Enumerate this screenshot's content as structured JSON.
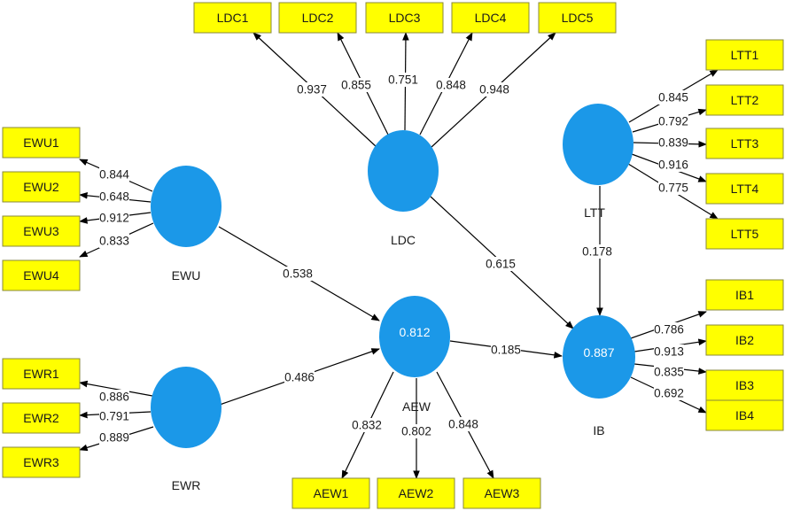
{
  "constructs": [
    {
      "id": "LDC",
      "label": "LDC",
      "r2": ""
    },
    {
      "id": "EWU",
      "label": "EWU",
      "r2": ""
    },
    {
      "id": "EWR",
      "label": "EWR",
      "r2": ""
    },
    {
      "id": "AEW",
      "label": "AEW",
      "r2": "0.812"
    },
    {
      "id": "IB",
      "label": "IB",
      "r2": "0.887"
    },
    {
      "id": "LTT",
      "label": "LTT",
      "r2": ""
    }
  ],
  "indicators": [
    {
      "id": "LDC1",
      "construct": "LDC",
      "loading": "0.937"
    },
    {
      "id": "LDC2",
      "construct": "LDC",
      "loading": "0.855"
    },
    {
      "id": "LDC3",
      "construct": "LDC",
      "loading": "0.751"
    },
    {
      "id": "LDC4",
      "construct": "LDC",
      "loading": "0.848"
    },
    {
      "id": "LDC5",
      "construct": "LDC",
      "loading": "0.948"
    },
    {
      "id": "EWU1",
      "construct": "EWU",
      "loading": "0.844"
    },
    {
      "id": "EWU2",
      "construct": "EWU",
      "loading": "0.648"
    },
    {
      "id": "EWU3",
      "construct": "EWU",
      "loading": "0.912"
    },
    {
      "id": "EWU4",
      "construct": "EWU",
      "loading": "0.833"
    },
    {
      "id": "EWR1",
      "construct": "EWR",
      "loading": "0.886"
    },
    {
      "id": "EWR2",
      "construct": "EWR",
      "loading": "0.791"
    },
    {
      "id": "EWR3",
      "construct": "EWR",
      "loading": "0.889"
    },
    {
      "id": "AEW1",
      "construct": "AEW",
      "loading": "0.832"
    },
    {
      "id": "AEW2",
      "construct": "AEW",
      "loading": "0.802"
    },
    {
      "id": "AEW3",
      "construct": "AEW",
      "loading": "0.848"
    },
    {
      "id": "LTT1",
      "construct": "LTT",
      "loading": "0.845"
    },
    {
      "id": "LTT2",
      "construct": "LTT",
      "loading": "0.792"
    },
    {
      "id": "LTT3",
      "construct": "LTT",
      "loading": "0.839"
    },
    {
      "id": "LTT4",
      "construct": "LTT",
      "loading": "0.916"
    },
    {
      "id": "LTT5",
      "construct": "LTT",
      "loading": "0.775"
    },
    {
      "id": "IB1",
      "construct": "IB",
      "loading": "0.786"
    },
    {
      "id": "IB2",
      "construct": "IB",
      "loading": "0.913"
    },
    {
      "id": "IB3",
      "construct": "IB",
      "loading": "0.835"
    },
    {
      "id": "IB4",
      "construct": "IB",
      "loading": "0.692"
    }
  ],
  "paths": [
    {
      "from": "EWU",
      "to": "AEW",
      "coef": "0.538"
    },
    {
      "from": "EWR",
      "to": "AEW",
      "coef": "0.486"
    },
    {
      "from": "AEW",
      "to": "IB",
      "coef": "0.185"
    },
    {
      "from": "LDC",
      "to": "IB",
      "coef": "0.615"
    },
    {
      "from": "LTT",
      "to": "IB",
      "coef": "0.178"
    }
  ],
  "colors": {
    "construct_fill": "#1b98e8",
    "indicator_fill": "#ffff00",
    "edge": "#000000"
  }
}
